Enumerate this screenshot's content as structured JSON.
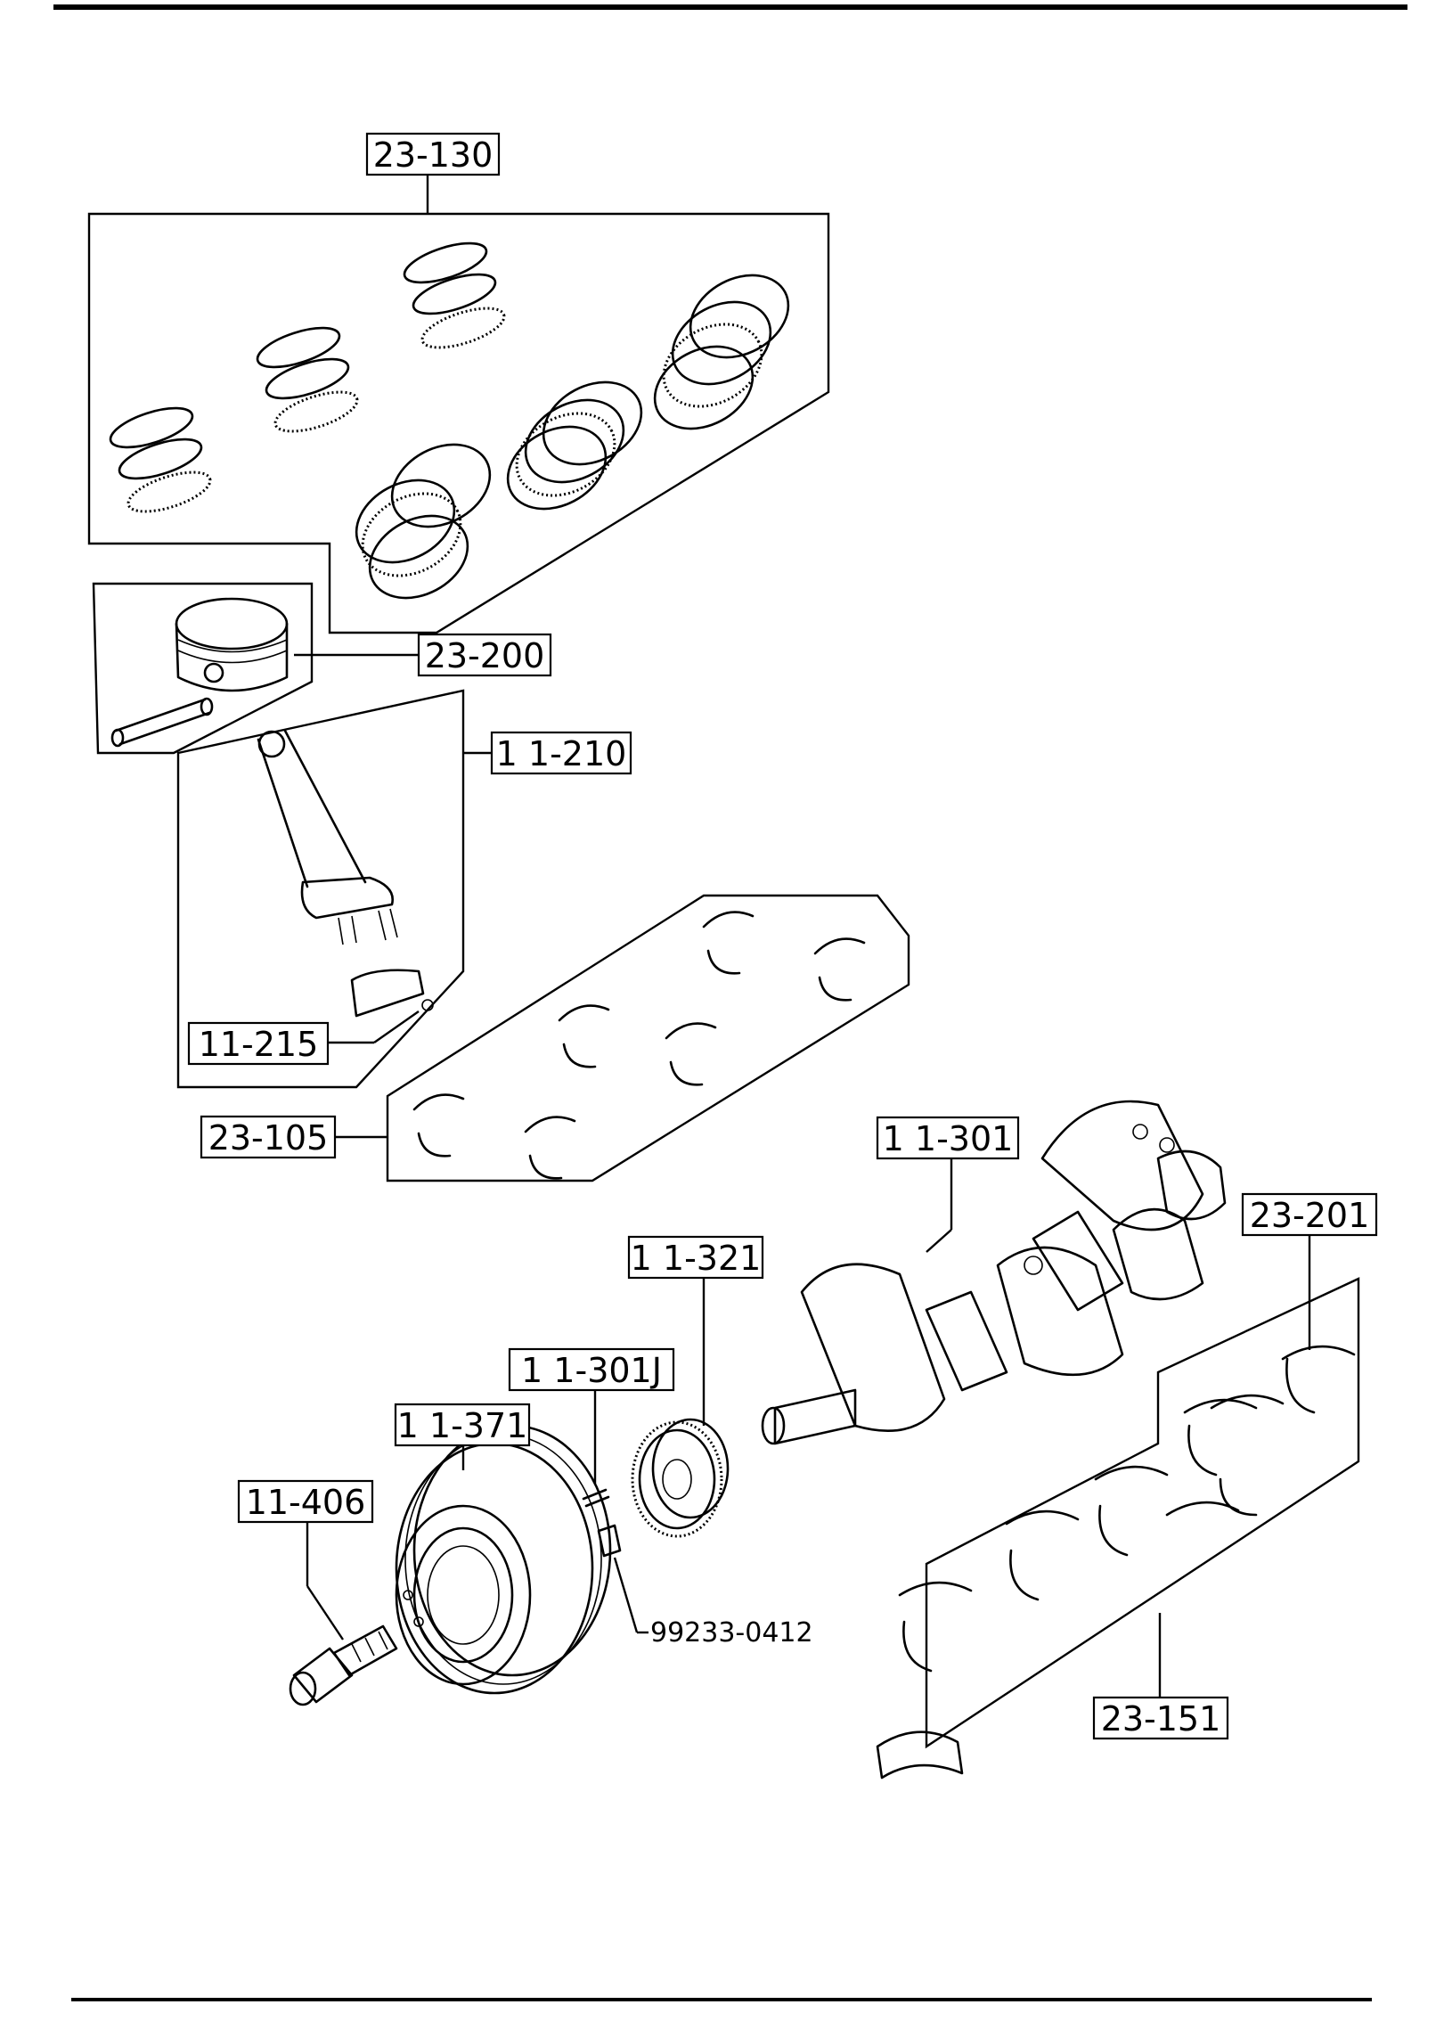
{
  "callouts": {
    "piston_rings": "23-130",
    "piston": "23-200",
    "connecting_rod": "1 1-210",
    "rod_bearing": "11-215",
    "main_bearings": "23-105",
    "crankshaft": "1 1-301",
    "thrust_bearing": "23-201",
    "crank_gear": "1 1-321",
    "key": "1 1-301J",
    "pulley": "1 1-371",
    "pulley_bolt": "11-406",
    "lower_bearings": "23-151"
  },
  "labels": {
    "dowel_pin": "99233-0412"
  }
}
